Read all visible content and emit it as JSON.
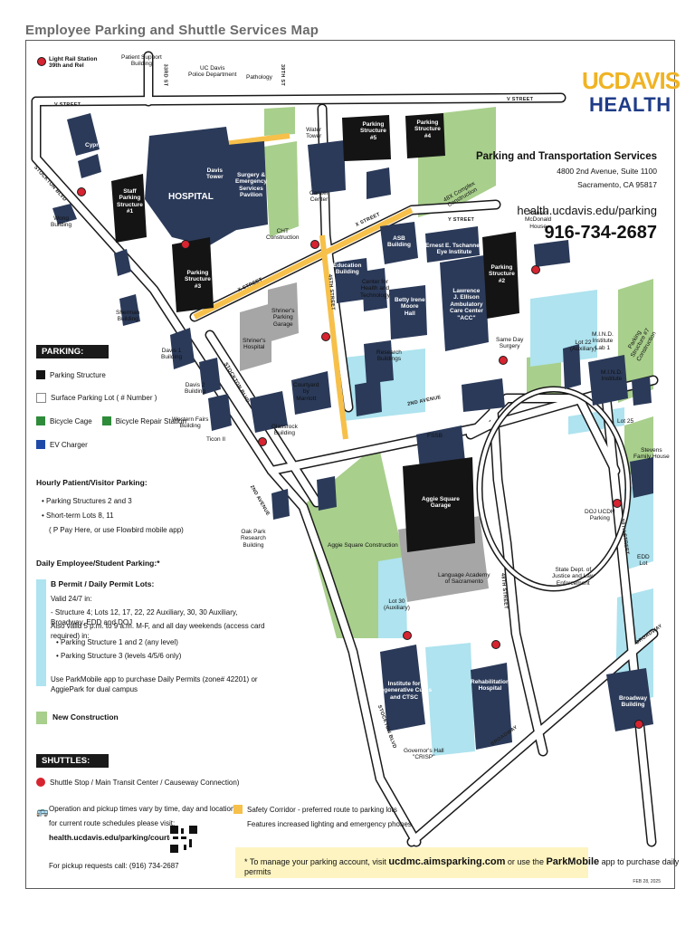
{
  "page_title": "Employee Parking and Shuttle Services Map",
  "logo": {
    "line1": "UCDAVIS",
    "line2": "HEALTH"
  },
  "contact": {
    "org": "Parking and Transportation Services",
    "address1": "4800 2nd Avenue, Suite 1100",
    "address2": "Sacramento, CA 95817",
    "website": "health.ucdavis.edu/parking",
    "phone": "916-734-2687"
  },
  "map_labels": {
    "light_rail": "Light Rail Station\n39th and Rel",
    "patient_support": "Patient Support\nBuilding",
    "police": "UC Davis\nPolice Department",
    "pathology": "Pathology",
    "water_tower": "Water\nTower",
    "ps5": "Parking\nStructure\n#5",
    "ps4": "Parking\nStructure\n#4",
    "cypress": "Cypress Bldg",
    "staff_ps1": "Staff\nParking\nStructure\n#1",
    "hospital": "HOSPITAL",
    "davis_tower": "Davis\nTower",
    "surgery": "Surgery &\nEmergency\nServices\nPavilion",
    "cancer": "Cancer\nCenter",
    "wong": "Wong\nBuilding",
    "ps3": "Parking\nStructure\n#3",
    "cht": "CHT\nConstruction",
    "construction_48x": "48X Complex\nConstruction",
    "ronald": "Ronald\nMcDonald\nHouse",
    "asb": "ASB\nBuilding",
    "tschannen": "Ernest E. Tschannen\nEye Institute",
    "ps2": "Parking\nStructure\n#2",
    "education": "Education\nBuilding",
    "chat": "Center for\nHealth and\nTechnology",
    "betty": "Betty Irene\nMoore\nHall",
    "ellison": "Lawrence\nJ. Ellison\nAmbulatory\nCare Center\n\"ACC\"",
    "same_day": "Same Day\nSurgery",
    "mind": "M.I.N.D.\nInstitute\nLab 1",
    "mind2": "M.I.N.D.\nInstitute",
    "ps7": "Parking\nStructure #7\nConstruction",
    "lot22": "Lot 22\n(Auxiliary)",
    "lot25": "Lot 25",
    "shriners_garage": "Shriner's\nParking\nGarage",
    "shriners_hospital": "Shriner's\nHospital",
    "sherman": "Sherman\nBuilding",
    "davis1": "Davis 1\nBuilding",
    "davis2": "Davis 2\nBuilding",
    "western": "Western Fairs\nBuilding",
    "ticon": "Ticon II",
    "research": "Research\nBuildings",
    "courtyard": "Courtyard\nby\nMarriott",
    "glassrock": "Glassrock\nBuilding",
    "fssb": "FSSB",
    "stevens": "Stevens\nFamily House",
    "aggie_garage": "Aggie Square\nGarage",
    "oak_park": "Oak Park\nResearch\nBuilding",
    "aggie_construction": "Aggie Square Construction",
    "language": "Language Academy\nof Sacramento",
    "doj_parking": "DOJ UCDH\nParking",
    "doj": "State Dept. of\nJustice and Law\nEnforcement",
    "edd": "EDD\nLot",
    "lot30": "Lot 30\n(Auxiliary)",
    "institute": "Institute for\nRegenerative Cures\nand CTSC",
    "rehab": "Rehabilitation\nHospital",
    "broadway_bldg": "Broadway\nBuilding",
    "governors": "Governor's Hall\n\"CRISP\""
  },
  "streets": {
    "v_street": "V STREET",
    "x_street": "X STREET",
    "y_street": "Y STREET",
    "second_ave": "2ND AVENUE",
    "second_ave2": "2ND AVENUE",
    "stockton": "STOCKTON BLVD",
    "stockton2": "STOCKTON BLVD",
    "broadway": "BROADWAY",
    "broadway2": "BROADWAY",
    "s45": "45TH STREET",
    "s42": "42ND STREET",
    "s48": "48TH STREET",
    "s50": "50TH STREET",
    "s33": "33RD ST",
    "s39": "39TH ST"
  },
  "legend": {
    "parking_heading": "PARKING:",
    "structure": "Parking Structure",
    "surface_lot": "Surface Parking Lot ( # Number )",
    "bike_cage": "Bicycle Cage",
    "bike_repair": "Bicycle Repair Station",
    "ev": "EV Charger",
    "hourly_heading": "Hourly Patient/Visitor Parking:",
    "hourly_1": "Parking Structures 2 and 3",
    "hourly_2": "Short-term Lots 8, 11",
    "hourly_3": "( P Pay Here, or use Flowbird mobile app)",
    "daily_heading": "Daily Employee/Student Parking:*",
    "permit_heading": "B Permit / Daily Permit Lots:",
    "permit_1": "Valid 24/7 in:",
    "permit_2": "- Structure 4; Lots 12, 17, 22, 22 Auxiliary, 30, 30 Auxiliary, Broadway, EDD and DOJ",
    "permit_3": "Also valid 5 p.m. to 9 a.m. M-F, and all day weekends (access card required) in:",
    "permit_4": "Parking Structure 1 and 2 (any level)",
    "permit_5": "Parking Structure 3 (levels 4/5/6 only)",
    "permit_6": "Use ParkMobile app to purchase Daily Permits (zone# 42201) or AggiePark for dual campus",
    "new_construction": "New Construction",
    "shuttles_heading": "SHUTTLES:",
    "shuttle_stop": "Shuttle Stop  /  Main Transit Center  /  Causeway Connection)",
    "operation_1": "Operation and pickup times vary by time, day and location",
    "operation_2": "for current route schedules please visit:",
    "operation_3": "health.ucdavis.edu/parking/courtesy",
    "pickup": "For pickup requests call: (916) 734-2687",
    "safety_1": "Safety Corridor - preferred route to parking lots",
    "safety_2": "Features increased lighting and emergency phones"
  },
  "note": {
    "prefix": "* To manage your parking account, visit ",
    "url": "ucdmc.aimsparking.com",
    "middle": " or use the ",
    "app": "ParkMobile",
    "suffix": " app to purchase daily permits"
  },
  "footer_date": "FEB 28, 2025",
  "colors": {
    "building": "#2b3a59",
    "structure": "#141414",
    "green": "#a8cf8c",
    "lot": "#aee3ef",
    "safety": "#f6c04a",
    "stop": "#d62430",
    "gold": "#f0b323",
    "navy": "#1f3c88"
  },
  "icons": [
    "bike-cage-icon",
    "bike-repair-icon",
    "ev-charger-icon",
    "shuttle-stop-icon",
    "transit-center-icon",
    "causeway-icon",
    "bus-icon",
    "qr-code-icon"
  ]
}
